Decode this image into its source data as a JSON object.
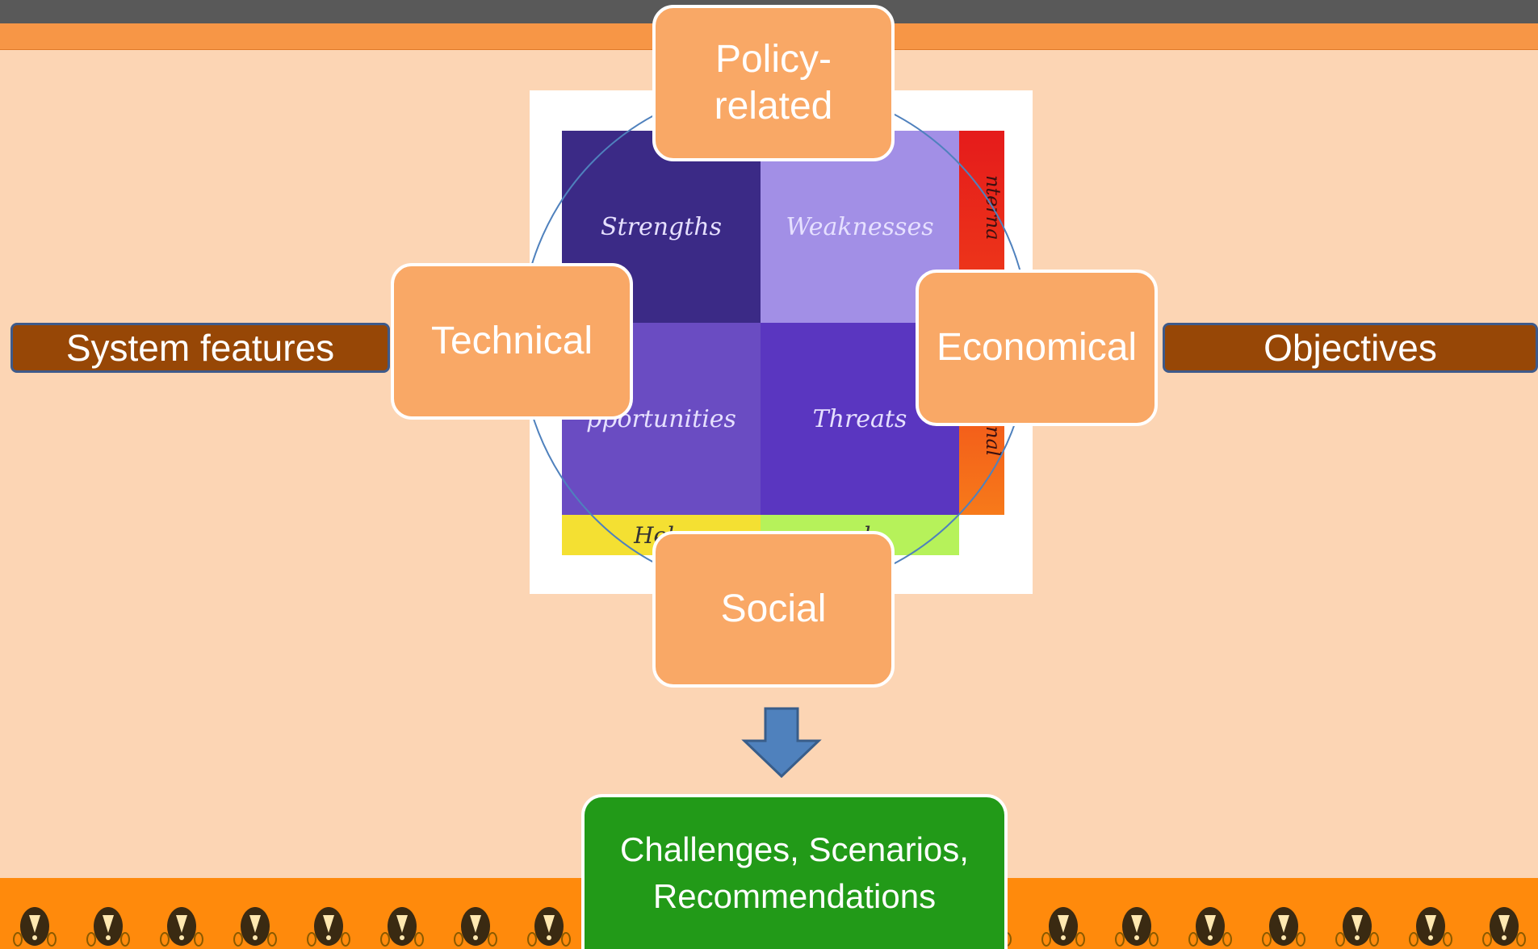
{
  "swot": {
    "strengths": "Strengths",
    "weaknesses": "Weaknesses",
    "opportunities": "pportunities",
    "threats": "Threats",
    "internal": "nterna",
    "external": "nal",
    "helpful": "Help",
    "harmful": "ul"
  },
  "nodes": {
    "policy": "Policy-\nrelated",
    "technical": "Technical",
    "economical": "Economical",
    "social": "Social"
  },
  "side_labels": {
    "left": "System features",
    "right": "Objectives"
  },
  "outcome": "Challenges, Scenarios,\nRecommendations",
  "colors": {
    "background": "#fcd5b4",
    "node_fill": "#f9a866",
    "side_fill": "#974706",
    "outcome_fill": "#229a18",
    "arrow_fill": "#4f81bd",
    "band_orange": "#ff8a0c"
  }
}
